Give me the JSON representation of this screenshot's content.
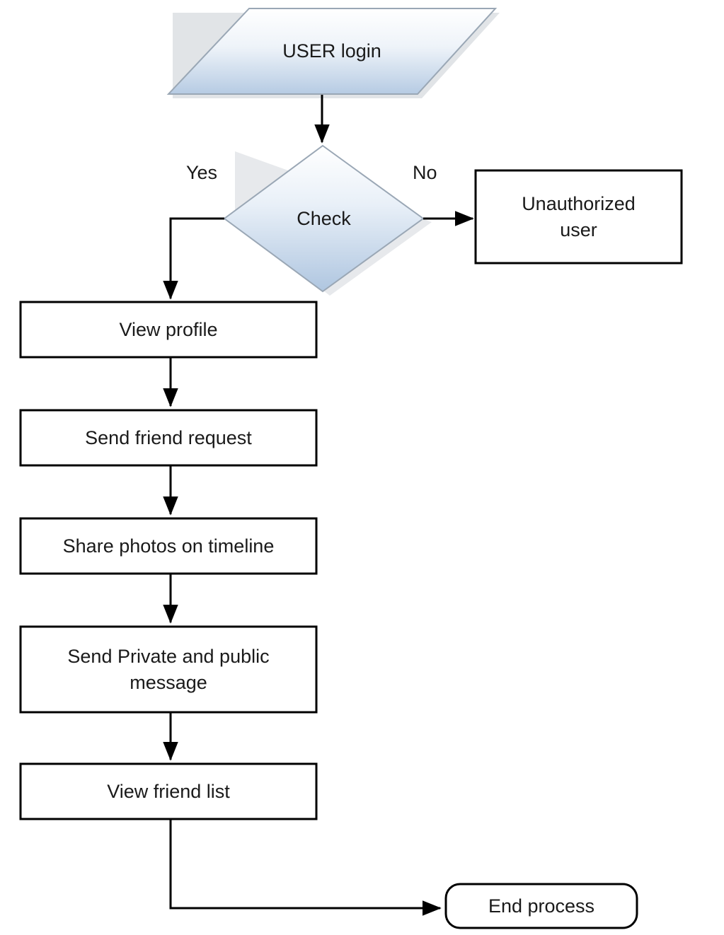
{
  "diagram": {
    "type": "flowchart",
    "title": "",
    "orientation": "top-to-bottom",
    "background_color": "#ffffff",
    "text_color": "#1a1a1a",
    "line_color": "#000000",
    "shape_fill_gradient_top": "#ffffff",
    "shape_fill_gradient_bottom": "#b9cde5",
    "shape_stroke_color": "#9aa7b5",
    "box_fill_color": "#ffffff",
    "box_stroke_color": "#000000"
  },
  "nodes": {
    "start": {
      "label": "USER login",
      "shape": "parallelogram",
      "role": "input"
    },
    "decision": {
      "label": "Check",
      "shape": "diamond",
      "role": "decision"
    },
    "unauthorized": {
      "label": "Unauthorized\nuser",
      "shape": "rectangle",
      "role": "process"
    },
    "view_profile": {
      "label": "View profile",
      "shape": "rectangle",
      "role": "process"
    },
    "send_friend_request": {
      "label": "Send friend request",
      "shape": "rectangle",
      "role": "process"
    },
    "share_photos": {
      "label": "Share photos on timeline",
      "shape": "rectangle",
      "role": "process"
    },
    "send_message": {
      "label": "Send Private and public\nmessage",
      "shape": "rectangle",
      "role": "process"
    },
    "view_friend_list": {
      "label": "View friend list",
      "shape": "rectangle",
      "role": "process"
    },
    "end": {
      "label": "End process",
      "shape": "rounded-rectangle",
      "role": "terminator"
    }
  },
  "edges": [
    {
      "from": "start",
      "to": "decision",
      "label": ""
    },
    {
      "from": "decision",
      "to": "view_profile",
      "label": "Yes"
    },
    {
      "from": "decision",
      "to": "unauthorized",
      "label": "No"
    },
    {
      "from": "view_profile",
      "to": "send_friend_request",
      "label": ""
    },
    {
      "from": "send_friend_request",
      "to": "share_photos",
      "label": ""
    },
    {
      "from": "share_photos",
      "to": "send_message",
      "label": ""
    },
    {
      "from": "send_message",
      "to": "view_friend_list",
      "label": ""
    },
    {
      "from": "view_friend_list",
      "to": "end",
      "label": ""
    }
  ],
  "edge_labels": {
    "yes": "Yes",
    "no": "No"
  }
}
